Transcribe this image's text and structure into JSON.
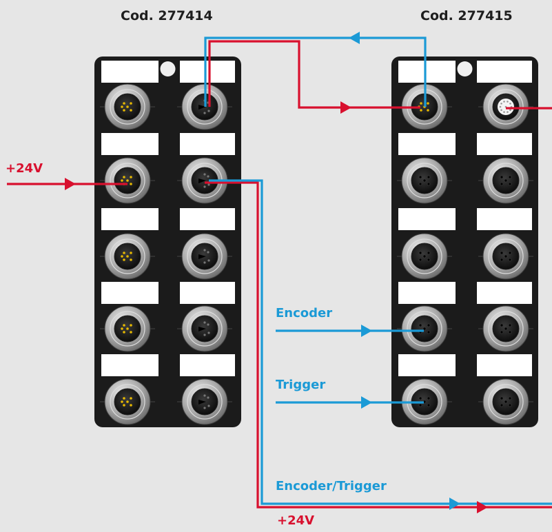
{
  "module_left": {
    "code": "Cod. 277414",
    "ports": [
      [
        "male",
        "female-dark"
      ],
      [
        "male",
        "female-dark"
      ],
      [
        "male",
        "female-dark"
      ],
      [
        "male",
        "female-dark"
      ],
      [
        "male",
        "female-dark"
      ]
    ]
  },
  "module_right": {
    "code": "Cod. 277415",
    "ports": [
      [
        "male",
        "multipin"
      ],
      [
        "female",
        "female"
      ],
      [
        "female",
        "female"
      ],
      [
        "female",
        "female"
      ],
      [
        "female",
        "female"
      ]
    ]
  },
  "labels": {
    "power_in": "+24V",
    "encoder": "Encoder",
    "trigger": "Trigger",
    "encoder_trigger": "Encoder/Trigger",
    "power_out": "+24V"
  },
  "colors": {
    "background": "#e6e6e6",
    "module": "#1b1b1b",
    "label_slot": "#ffffff",
    "power_line": "#d8102e",
    "signal_line": "#1b9ad6",
    "text": "#1e1e1e"
  }
}
